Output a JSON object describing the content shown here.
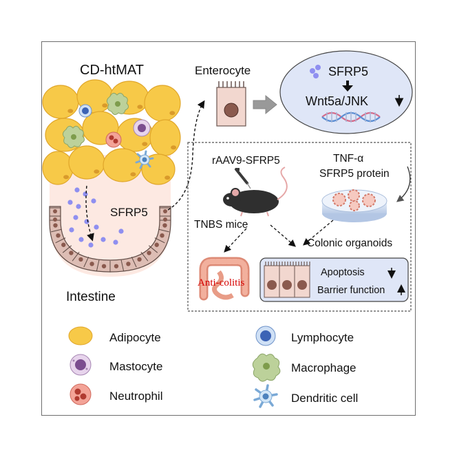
{
  "labels": {
    "cd_htmat": "CD-htMAT",
    "enterocyte": "Enterocyte",
    "sfrp5_top": "SFRP5",
    "wnt": "Wnt5a/JNK",
    "sfrp5_mid": "SFRP5",
    "intestine": "Intestine",
    "raav9": "rAAV9-SFRP5",
    "tnf": "TNF-α",
    "sfrp5_protein": "SFRP5 protein",
    "tnbs_mice": "TNBS mice",
    "organoids": "Colonic organoids",
    "anti_colitis": "Anti-colitis",
    "apoptosis": "Apoptosis",
    "barrier": "Barrier function"
  },
  "legend": [
    {
      "label": "Adipocyte",
      "icon": "adipocyte-icon"
    },
    {
      "label": "Lymphocyte",
      "icon": "lymphocyte-icon"
    },
    {
      "label": "Mastocyte",
      "icon": "mastocyte-icon"
    },
    {
      "label": "Macrophage",
      "icon": "macrophage-icon"
    },
    {
      "label": "Neutrophil",
      "icon": "neutrophil-icon"
    },
    {
      "label": "Dendritic cell",
      "icon": "dendritic-cell-icon"
    }
  ],
  "colors": {
    "adipocyte": "#f7c948",
    "adipocyte_stroke": "#e0a62a",
    "epithelium": "#ddbdb4",
    "epithelium_stroke": "#5e4a44",
    "nucleus": "#8a5a4e",
    "sfrp5_dot": "#8f8ff0",
    "ellipse_fill": "#dfe6f7",
    "box_fill": "#dfe6f7",
    "anti_colitis": "#d60000"
  }
}
